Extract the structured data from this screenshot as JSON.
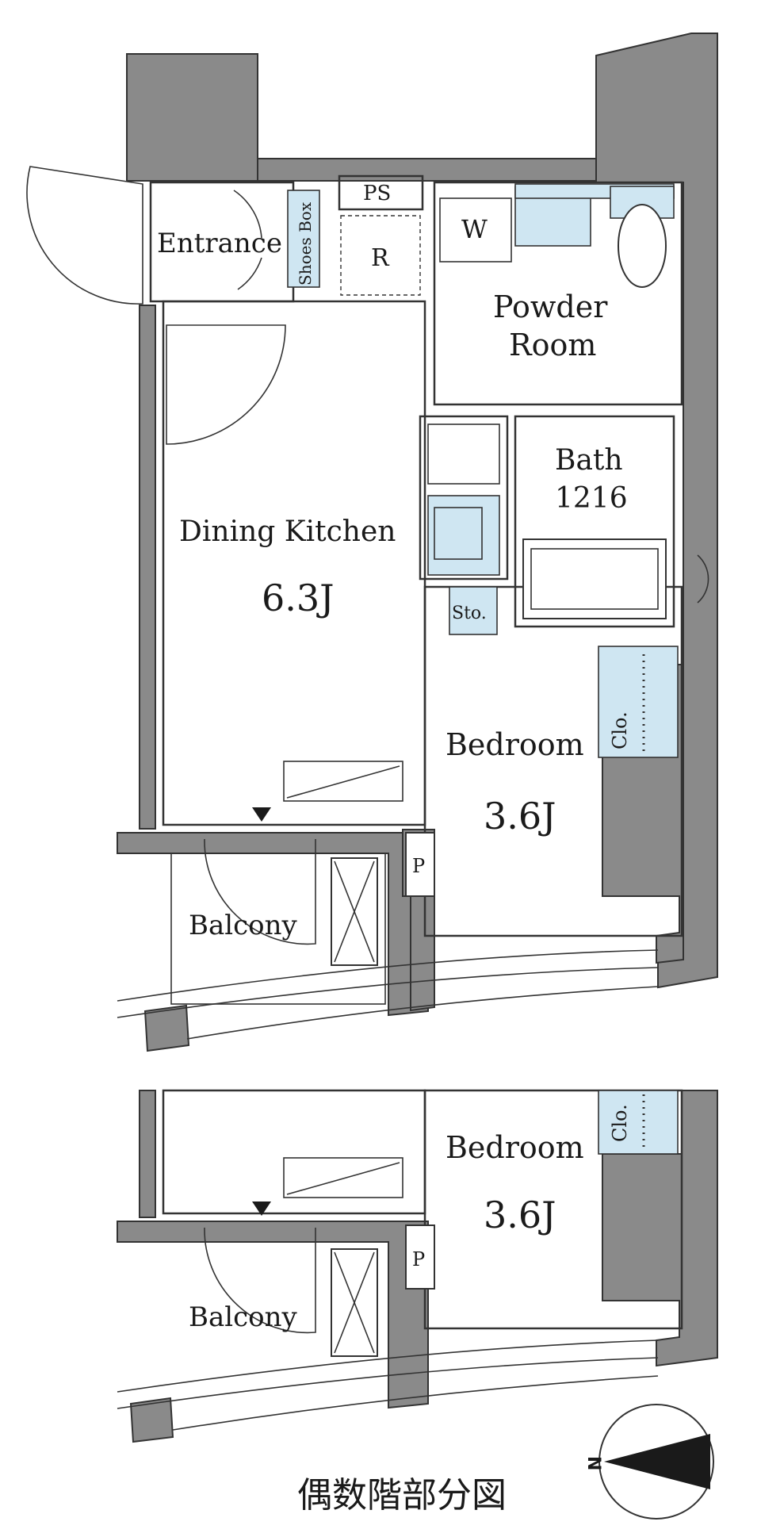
{
  "labels": {
    "entrance": "Entrance",
    "shoes_box": "Shoes Box",
    "ps": "PS",
    "refrigerator": "R",
    "washer": "W",
    "powder_room_1": "Powder",
    "powder_room_2": "Room",
    "bath_1": "Bath",
    "bath_2": "1216",
    "dining_kitchen": "Dining Kitchen",
    "dining_kitchen_size": "6.3J",
    "storage": "Sto.",
    "closet": "Clo.",
    "bedroom": "Bedroom",
    "bedroom_size": "3.6J",
    "pipe_space": "P",
    "balcony": "Balcony"
  },
  "inset": {
    "closet": "Clo.",
    "bedroom": "Bedroom",
    "bedroom_size": "3.6J",
    "pipe_space": "P",
    "balcony": "Balcony",
    "caption": "偶数階部分図"
  },
  "compass": {
    "north_label": "N"
  },
  "colors": {
    "wall": "#8a8a8a",
    "fixture": "#cfe6f2",
    "line": "#333333"
  }
}
